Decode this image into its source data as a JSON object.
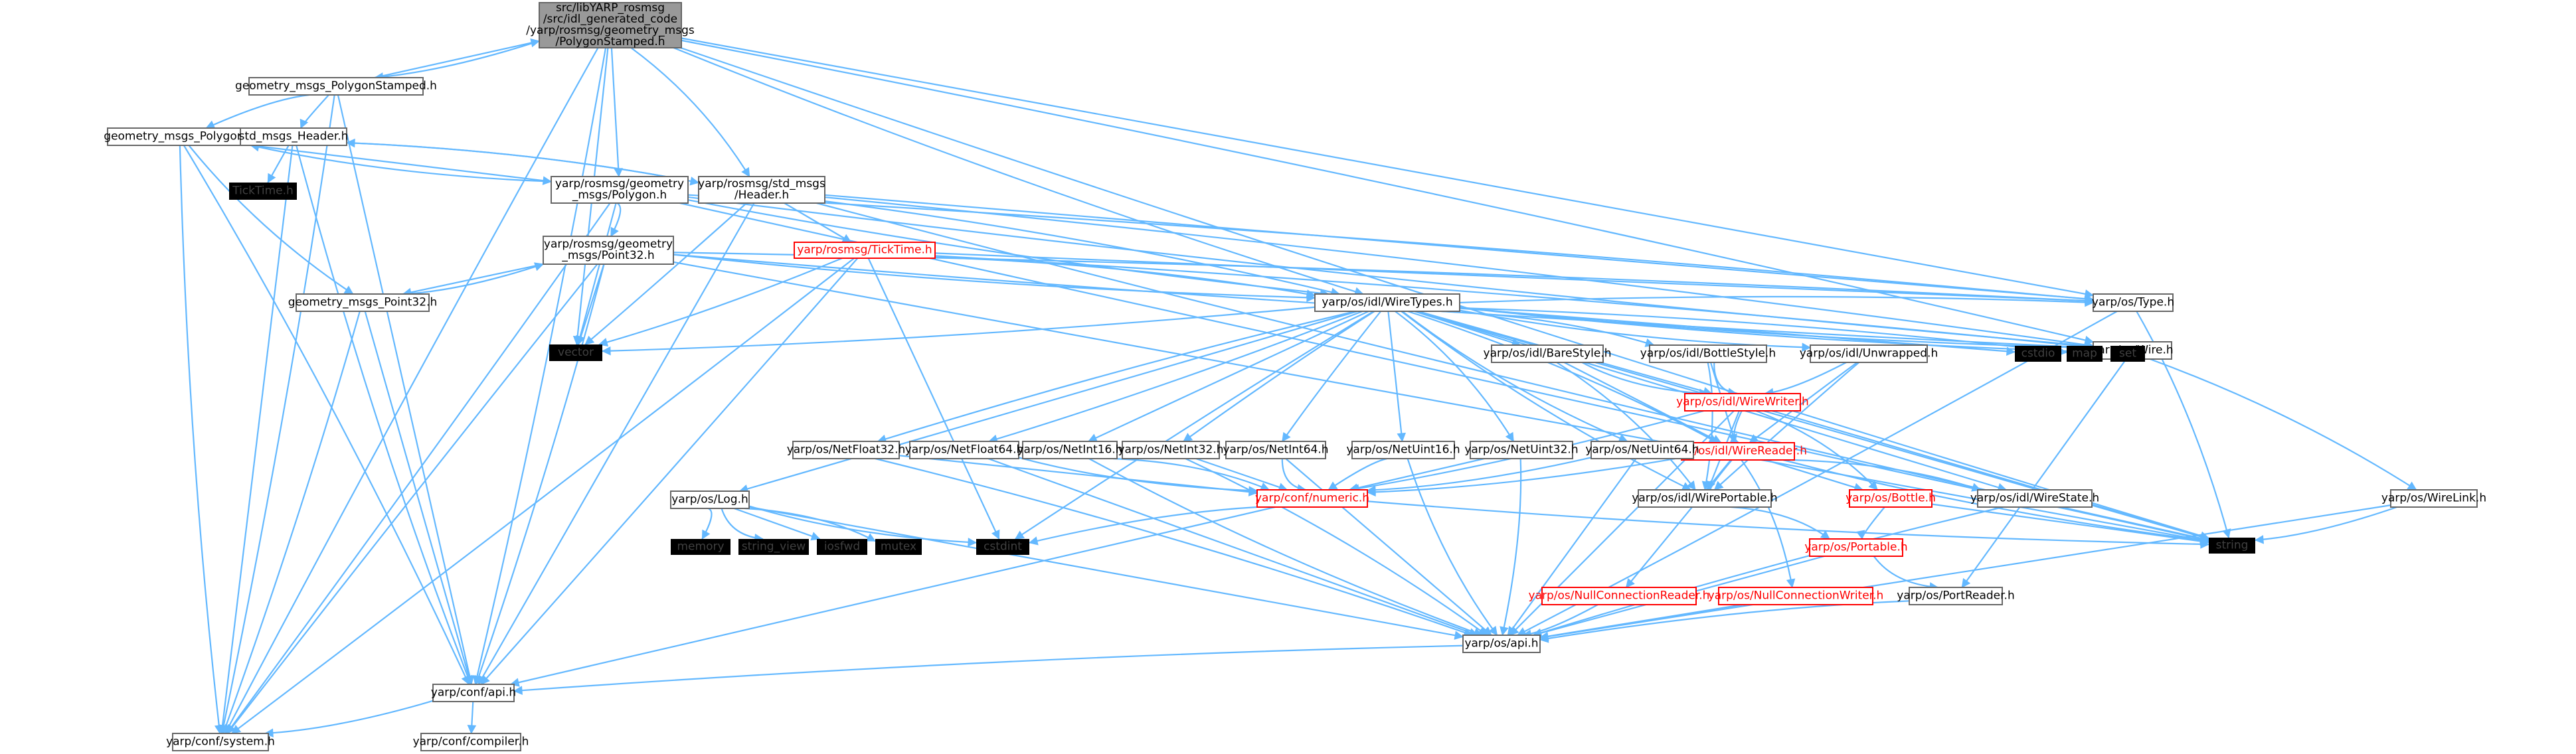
{
  "graph": {
    "colors": {
      "edge": "#63b8ff",
      "root_fill": "#999999",
      "node_border": "#666666",
      "red_node_text": "#ff0000",
      "external_fill": "#e0e0e0"
    },
    "nodes": [
      {
        "id": "root",
        "kind": "root",
        "lines": [
          "src/libYARP_rosmsg",
          "/src/idl_generated_code",
          "/yarp/rosmsg/geometry_msgs",
          "/PolygonStamped.h"
        ]
      },
      {
        "id": "gm_polystamped",
        "kind": "normal",
        "lines": [
          "geometry_msgs_PolygonStamped.h"
        ]
      },
      {
        "id": "gm_polygon",
        "kind": "normal",
        "lines": [
          "geometry_msgs_Polygon.h"
        ]
      },
      {
        "id": "std_header",
        "kind": "normal",
        "lines": [
          "std_msgs_Header.h"
        ]
      },
      {
        "id": "ticktime_h",
        "kind": "external",
        "lines": [
          "TickTime.h"
        ]
      },
      {
        "id": "rm_polygon",
        "kind": "normal",
        "lines": [
          "yarp/rosmsg/geometry",
          "_msgs/Polygon.h"
        ]
      },
      {
        "id": "rm_stdheader",
        "kind": "normal",
        "lines": [
          "yarp/rosmsg/std_msgs",
          "/Header.h"
        ]
      },
      {
        "id": "rm_point32",
        "kind": "normal",
        "lines": [
          "yarp/rosmsg/geometry",
          "_msgs/Point32.h"
        ]
      },
      {
        "id": "rm_ticktime",
        "kind": "red",
        "lines": [
          "yarp/rosmsg/TickTime.h"
        ]
      },
      {
        "id": "gm_point32",
        "kind": "normal",
        "lines": [
          "geometry_msgs_Point32.h"
        ]
      },
      {
        "id": "vector",
        "kind": "external",
        "lines": [
          "vector"
        ]
      },
      {
        "id": "wiretypes",
        "kind": "normal",
        "lines": [
          "yarp/os/idl/WireTypes.h"
        ]
      },
      {
        "id": "type_h",
        "kind": "normal",
        "lines": [
          "yarp/os/Type.h"
        ]
      },
      {
        "id": "wire_h",
        "kind": "normal",
        "lines": [
          "yarp/os/Wire.h"
        ]
      },
      {
        "id": "cstdio",
        "kind": "external",
        "lines": [
          "cstdio"
        ]
      },
      {
        "id": "map",
        "kind": "external",
        "lines": [
          "map"
        ]
      },
      {
        "id": "set",
        "kind": "external",
        "lines": [
          "set"
        ]
      },
      {
        "id": "barestyle",
        "kind": "normal",
        "lines": [
          "yarp/os/idl/BareStyle.h"
        ]
      },
      {
        "id": "bottlestyle",
        "kind": "normal",
        "lines": [
          "yarp/os/idl/BottleStyle.h"
        ]
      },
      {
        "id": "unwrapped",
        "kind": "normal",
        "lines": [
          "yarp/os/idl/Unwrapped.h"
        ]
      },
      {
        "id": "wirewriter",
        "kind": "red",
        "lines": [
          "yarp/os/idl/WireWriter.h"
        ]
      },
      {
        "id": "wirereader",
        "kind": "red",
        "lines": [
          "yarp/os/idl/WireReader.h"
        ]
      },
      {
        "id": "netfloat32",
        "kind": "normal",
        "lines": [
          "yarp/os/NetFloat32.h"
        ]
      },
      {
        "id": "netfloat64",
        "kind": "normal",
        "lines": [
          "yarp/os/NetFloat64.h"
        ]
      },
      {
        "id": "netint16",
        "kind": "normal",
        "lines": [
          "yarp/os/NetInt16.h"
        ]
      },
      {
        "id": "netint32",
        "kind": "normal",
        "lines": [
          "yarp/os/NetInt32.h"
        ]
      },
      {
        "id": "netint64",
        "kind": "normal",
        "lines": [
          "yarp/os/NetInt64.h"
        ]
      },
      {
        "id": "netuint16",
        "kind": "normal",
        "lines": [
          "yarp/os/NetUint16.h"
        ]
      },
      {
        "id": "netuint32",
        "kind": "normal",
        "lines": [
          "yarp/os/NetUint32.h"
        ]
      },
      {
        "id": "netuint64",
        "kind": "normal",
        "lines": [
          "yarp/os/NetUint64.h"
        ]
      },
      {
        "id": "log_h",
        "kind": "normal",
        "lines": [
          "yarp/os/Log.h"
        ]
      },
      {
        "id": "memory",
        "kind": "external",
        "lines": [
          "memory"
        ]
      },
      {
        "id": "string_view",
        "kind": "external",
        "lines": [
          "string_view"
        ]
      },
      {
        "id": "iosfwd",
        "kind": "external",
        "lines": [
          "iosfwd"
        ]
      },
      {
        "id": "mutex",
        "kind": "external",
        "lines": [
          "mutex"
        ]
      },
      {
        "id": "cstdint",
        "kind": "external",
        "lines": [
          "cstdint"
        ]
      },
      {
        "id": "numeric",
        "kind": "red",
        "lines": [
          "yarp/conf/numeric.h"
        ]
      },
      {
        "id": "wireportable",
        "kind": "normal",
        "lines": [
          "yarp/os/idl/WirePortable.h"
        ]
      },
      {
        "id": "bottle",
        "kind": "red",
        "lines": [
          "yarp/os/Bottle.h"
        ]
      },
      {
        "id": "wirestate",
        "kind": "normal",
        "lines": [
          "yarp/os/idl/WireState.h"
        ]
      },
      {
        "id": "wirelink",
        "kind": "normal",
        "lines": [
          "yarp/os/WireLink.h"
        ]
      },
      {
        "id": "string",
        "kind": "external",
        "lines": [
          "string"
        ]
      },
      {
        "id": "portable",
        "kind": "red",
        "lines": [
          "yarp/os/Portable.h"
        ]
      },
      {
        "id": "nullconnreader",
        "kind": "red",
        "lines": [
          "yarp/os/NullConnectionReader.h"
        ]
      },
      {
        "id": "nullconnwriter",
        "kind": "red",
        "lines": [
          "yarp/os/NullConnectionWriter.h"
        ]
      },
      {
        "id": "portreader",
        "kind": "normal",
        "lines": [
          "yarp/os/PortReader.h"
        ]
      },
      {
        "id": "os_api",
        "kind": "normal",
        "lines": [
          "yarp/os/api.h"
        ]
      },
      {
        "id": "conf_api",
        "kind": "normal",
        "lines": [
          "yarp/conf/api.h"
        ]
      },
      {
        "id": "conf_system",
        "kind": "normal",
        "lines": [
          "yarp/conf/system.h"
        ]
      },
      {
        "id": "conf_compiler",
        "kind": "normal",
        "lines": [
          "yarp/conf/compiler.h"
        ]
      }
    ],
    "edges": [
      [
        "root",
        "gm_polystamped"
      ],
      [
        "root",
        "rm_polygon"
      ],
      [
        "root",
        "rm_stdheader"
      ],
      [
        "root",
        "wiretypes"
      ],
      [
        "root",
        "type_h"
      ],
      [
        "root",
        "wire_h"
      ],
      [
        "root",
        "string"
      ],
      [
        "root",
        "vector"
      ],
      [
        "root",
        "conf_api"
      ],
      [
        "root",
        "conf_system"
      ],
      [
        "gm_polystamped",
        "root"
      ],
      [
        "gm_polystamped",
        "gm_polygon"
      ],
      [
        "gm_polystamped",
        "std_header"
      ],
      [
        "gm_polystamped",
        "conf_api"
      ],
      [
        "gm_polystamped",
        "conf_system"
      ],
      [
        "gm_polygon",
        "gm_point32"
      ],
      [
        "gm_polygon",
        "rm_polygon"
      ],
      [
        "gm_polygon",
        "conf_api"
      ],
      [
        "gm_polygon",
        "conf_system"
      ],
      [
        "std_header",
        "ticktime_h"
      ],
      [
        "std_header",
        "rm_stdheader"
      ],
      [
        "std_header",
        "conf_api"
      ],
      [
        "std_header",
        "conf_system"
      ],
      [
        "rm_polygon",
        "rm_point32"
      ],
      [
        "rm_polygon",
        "wiretypes"
      ],
      [
        "rm_polygon",
        "vector"
      ],
      [
        "rm_polygon",
        "type_h"
      ],
      [
        "rm_polygon",
        "wire_h"
      ],
      [
        "rm_polygon",
        "string"
      ],
      [
        "rm_polygon",
        "conf_system"
      ],
      [
        "rm_polygon",
        "gm_polygon"
      ],
      [
        "rm_stdheader",
        "rm_ticktime"
      ],
      [
        "rm_stdheader",
        "wiretypes"
      ],
      [
        "rm_stdheader",
        "vector"
      ],
      [
        "rm_stdheader",
        "type_h"
      ],
      [
        "rm_stdheader",
        "wire_h"
      ],
      [
        "rm_stdheader",
        "string"
      ],
      [
        "rm_stdheader",
        "conf_api"
      ],
      [
        "rm_stdheader",
        "std_header"
      ],
      [
        "rm_point32",
        "wiretypes"
      ],
      [
        "rm_point32",
        "vector"
      ],
      [
        "rm_point32",
        "type_h"
      ],
      [
        "rm_point32",
        "wire_h"
      ],
      [
        "rm_point32",
        "string"
      ],
      [
        "rm_point32",
        "conf_api"
      ],
      [
        "rm_point32",
        "conf_system"
      ],
      [
        "rm_point32",
        "gm_point32"
      ],
      [
        "rm_ticktime",
        "wiretypes"
      ],
      [
        "rm_ticktime",
        "vector"
      ],
      [
        "rm_ticktime",
        "cstdint"
      ],
      [
        "rm_ticktime",
        "conf_api"
      ],
      [
        "rm_ticktime",
        "conf_system"
      ],
      [
        "rm_ticktime",
        "type_h"
      ],
      [
        "rm_ticktime",
        "wire_h"
      ],
      [
        "gm_point32",
        "rm_point32"
      ],
      [
        "gm_point32",
        "conf_api"
      ],
      [
        "gm_point32",
        "conf_system"
      ],
      [
        "wiretypes",
        "vector"
      ],
      [
        "wiretypes",
        "cstdio"
      ],
      [
        "wiretypes",
        "map"
      ],
      [
        "wiretypes",
        "set"
      ],
      [
        "wiretypes",
        "string"
      ],
      [
        "wiretypes",
        "type_h"
      ],
      [
        "wiretypes",
        "wire_h"
      ],
      [
        "wiretypes",
        "barestyle"
      ],
      [
        "wiretypes",
        "bottlestyle"
      ],
      [
        "wiretypes",
        "unwrapped"
      ],
      [
        "wiretypes",
        "wirewriter"
      ],
      [
        "wiretypes",
        "wirereader"
      ],
      [
        "wiretypes",
        "wireportable"
      ],
      [
        "wiretypes",
        "wirestate"
      ],
      [
        "wiretypes",
        "netfloat32"
      ],
      [
        "wiretypes",
        "netfloat64"
      ],
      [
        "wiretypes",
        "netint16"
      ],
      [
        "wiretypes",
        "netint32"
      ],
      [
        "wiretypes",
        "netint64"
      ],
      [
        "wiretypes",
        "netuint16"
      ],
      [
        "wiretypes",
        "netuint32"
      ],
      [
        "wiretypes",
        "netuint64"
      ],
      [
        "wiretypes",
        "log_h"
      ],
      [
        "wiretypes",
        "cstdint"
      ],
      [
        "barestyle",
        "wirewriter"
      ],
      [
        "barestyle",
        "wirereader"
      ],
      [
        "barestyle",
        "wireportable"
      ],
      [
        "bottlestyle",
        "wirewriter"
      ],
      [
        "bottlestyle",
        "wirereader"
      ],
      [
        "bottlestyle",
        "wireportable"
      ],
      [
        "unwrapped",
        "wirewriter"
      ],
      [
        "unwrapped",
        "wirereader"
      ],
      [
        "unwrapped",
        "wireportable"
      ],
      [
        "wirewriter",
        "wirereader"
      ],
      [
        "wirewriter",
        "wireportable"
      ],
      [
        "wirewriter",
        "bottle"
      ],
      [
        "wirewriter",
        "numeric"
      ],
      [
        "wirewriter",
        "string"
      ],
      [
        "wirewriter",
        "os_api"
      ],
      [
        "wirereader",
        "wireportable"
      ],
      [
        "wirereader",
        "bottle"
      ],
      [
        "wirereader",
        "wirestate"
      ],
      [
        "wirereader",
        "numeric"
      ],
      [
        "wirereader",
        "nullconnreader"
      ],
      [
        "wirereader",
        "nullconnwriter"
      ],
      [
        "wirereader",
        "string"
      ],
      [
        "netfloat32",
        "numeric"
      ],
      [
        "netfloat32",
        "os_api"
      ],
      [
        "netfloat64",
        "numeric"
      ],
      [
        "netfloat64",
        "os_api"
      ],
      [
        "netint16",
        "numeric"
      ],
      [
        "netint16",
        "os_api"
      ],
      [
        "netint32",
        "numeric"
      ],
      [
        "netint32",
        "os_api"
      ],
      [
        "netint64",
        "numeric"
      ],
      [
        "netint64",
        "os_api"
      ],
      [
        "netuint16",
        "numeric"
      ],
      [
        "netuint16",
        "os_api"
      ],
      [
        "netuint32",
        "numeric"
      ],
      [
        "netuint32",
        "os_api"
      ],
      [
        "netuint64",
        "numeric"
      ],
      [
        "netuint64",
        "os_api"
      ],
      [
        "log_h",
        "memory"
      ],
      [
        "log_h",
        "string_view"
      ],
      [
        "log_h",
        "iosfwd"
      ],
      [
        "log_h",
        "mutex"
      ],
      [
        "log_h",
        "cstdint"
      ],
      [
        "log_h",
        "os_api"
      ],
      [
        "numeric",
        "cstdint"
      ],
      [
        "numeric",
        "string"
      ],
      [
        "numeric",
        "conf_api"
      ],
      [
        "wireportable",
        "portable"
      ],
      [
        "bottle",
        "portable"
      ],
      [
        "bottle",
        "string"
      ],
      [
        "wirestate",
        "os_api"
      ],
      [
        "portable",
        "portreader"
      ],
      [
        "portable",
        "os_api"
      ],
      [
        "portreader",
        "os_api"
      ],
      [
        "nullconnreader",
        "os_api"
      ],
      [
        "nullconnwriter",
        "os_api"
      ],
      [
        "type_h",
        "string"
      ],
      [
        "type_h",
        "os_api"
      ],
      [
        "wire_h",
        "portreader"
      ],
      [
        "wire_h",
        "wirelink"
      ],
      [
        "wirelink",
        "string"
      ],
      [
        "wirelink",
        "os_api"
      ],
      [
        "os_api",
        "conf_api"
      ],
      [
        "conf_api",
        "conf_system"
      ],
      [
        "conf_api",
        "conf_compiler"
      ]
    ]
  }
}
